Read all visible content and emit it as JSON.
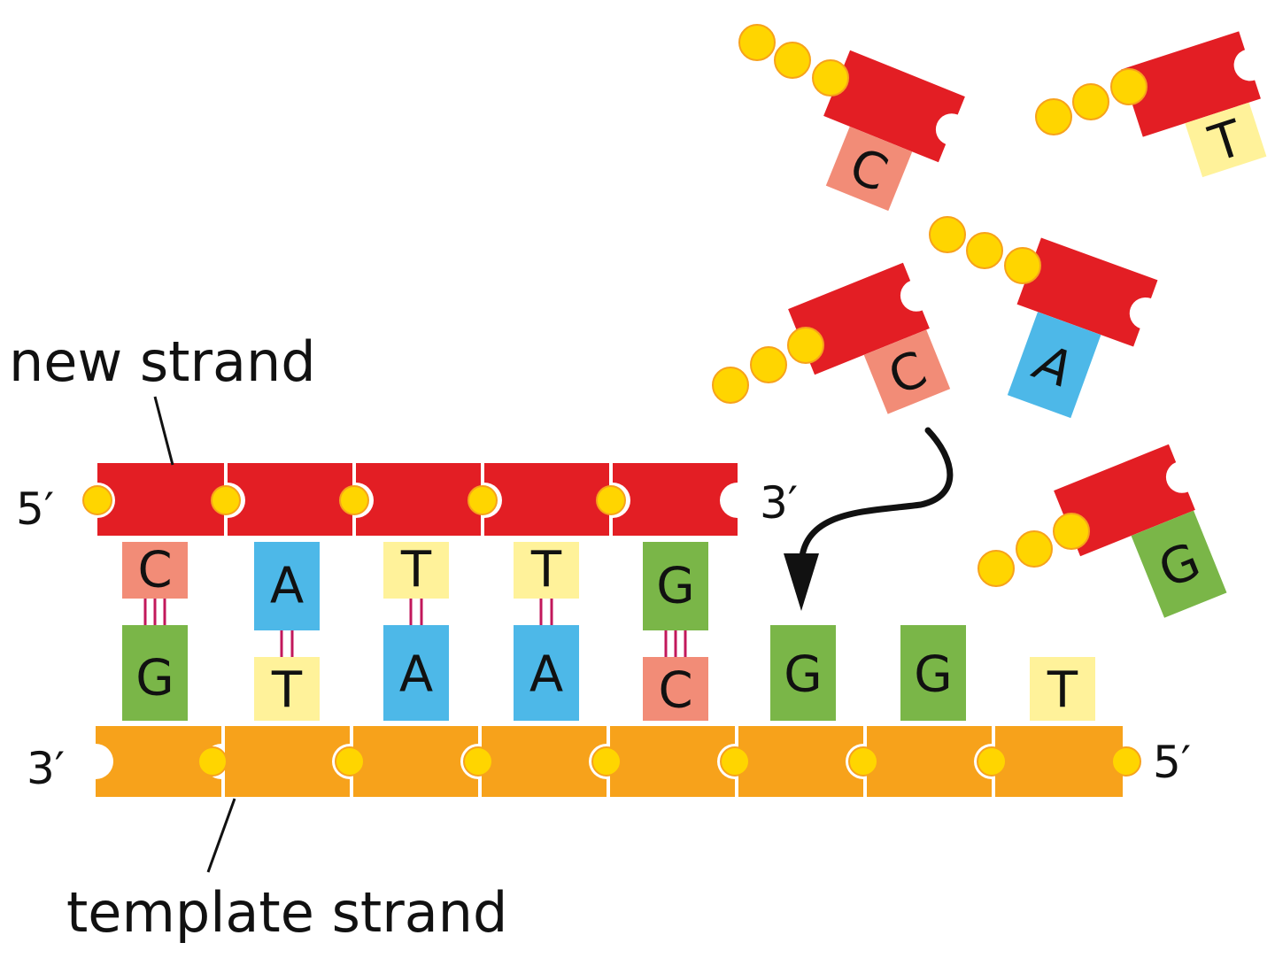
{
  "labels": {
    "new_strand": "new strand",
    "template_strand": "template strand",
    "new_strand_5prime": "5′",
    "new_strand_3prime": "3′",
    "template_3prime": "3′",
    "template_5prime": "5′"
  },
  "colors": {
    "new_strand": "#e31e24",
    "template_strand": "#f7a21b",
    "phosphate": "#ffd500",
    "phosphate_outline": "#f7a21b",
    "C": "#f28c77",
    "G": "#7ab648",
    "A": "#4db8e8",
    "T": "#fff29a",
    "hydrogen_bond": "#c2185b",
    "arrow": "#111111"
  },
  "new_strand_bases": [
    "C",
    "A",
    "T",
    "T",
    "G"
  ],
  "template_bases": [
    "G",
    "T",
    "A",
    "A",
    "C",
    "G",
    "G",
    "T"
  ],
  "hydrogen_bonds": [
    3,
    2,
    2,
    2,
    3
  ],
  "free_nucleotides": [
    "C",
    "T",
    "C",
    "A",
    "G"
  ],
  "incoming_target_base": "G"
}
